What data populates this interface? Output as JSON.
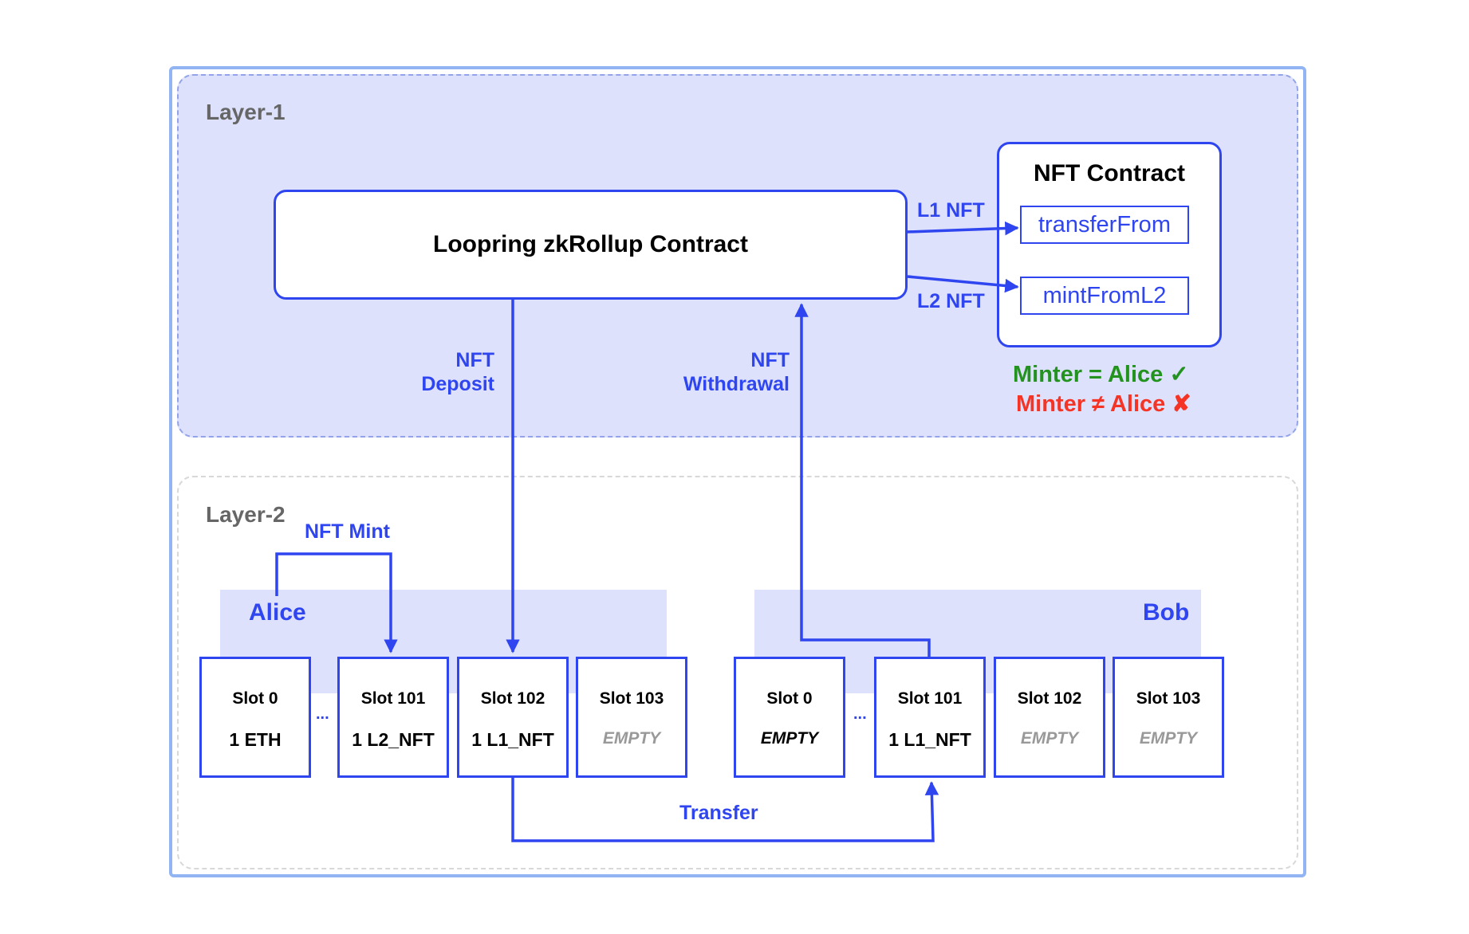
{
  "layer1": {
    "title": "Layer-1",
    "zkrollup_contract": "Loopring zkRollup Contract",
    "nft_contract": {
      "title": "NFT Contract",
      "functions": [
        "transferFrom",
        "mintFromL2"
      ]
    },
    "arrow_labels": {
      "l1_nft": "L1 NFT",
      "l2_nft": "L2 NFT",
      "deposit_line1": "NFT",
      "deposit_line2": "Deposit",
      "withdrawal_line1": "NFT",
      "withdrawal_line2": "Withdrawal"
    },
    "conditions": {
      "ok": "Minter = Alice ✓",
      "fail": "Minter ≠ Alice ✘"
    }
  },
  "layer2": {
    "title": "Layer-2",
    "mint_label": "NFT Mint",
    "transfer_label": "Transfer",
    "ellipsis": "...",
    "accounts": [
      {
        "owner": "Alice",
        "slots": [
          {
            "name": "Slot 0",
            "value": "1 ETH"
          },
          {
            "name": "Slot 101",
            "value": "1 L2_NFT"
          },
          {
            "name": "Slot 102",
            "value": "1 L1_NFT"
          },
          {
            "name": "Slot 103",
            "value": "EMPTY"
          }
        ]
      },
      {
        "owner": "Bob",
        "slots": [
          {
            "name": "Slot 0",
            "value": "EMPTY"
          },
          {
            "name": "Slot 101",
            "value": "1 L1_NFT"
          },
          {
            "name": "Slot 102",
            "value": "EMPTY"
          },
          {
            "name": "Slot 103",
            "value": "EMPTY"
          }
        ]
      }
    ]
  },
  "colors": {
    "accent_blue": "#2f45ef",
    "layer1_fill": "#dde1fc",
    "ok_green": "#23921f",
    "fail_red": "#f53425",
    "frame_border": "#92b4f2"
  }
}
